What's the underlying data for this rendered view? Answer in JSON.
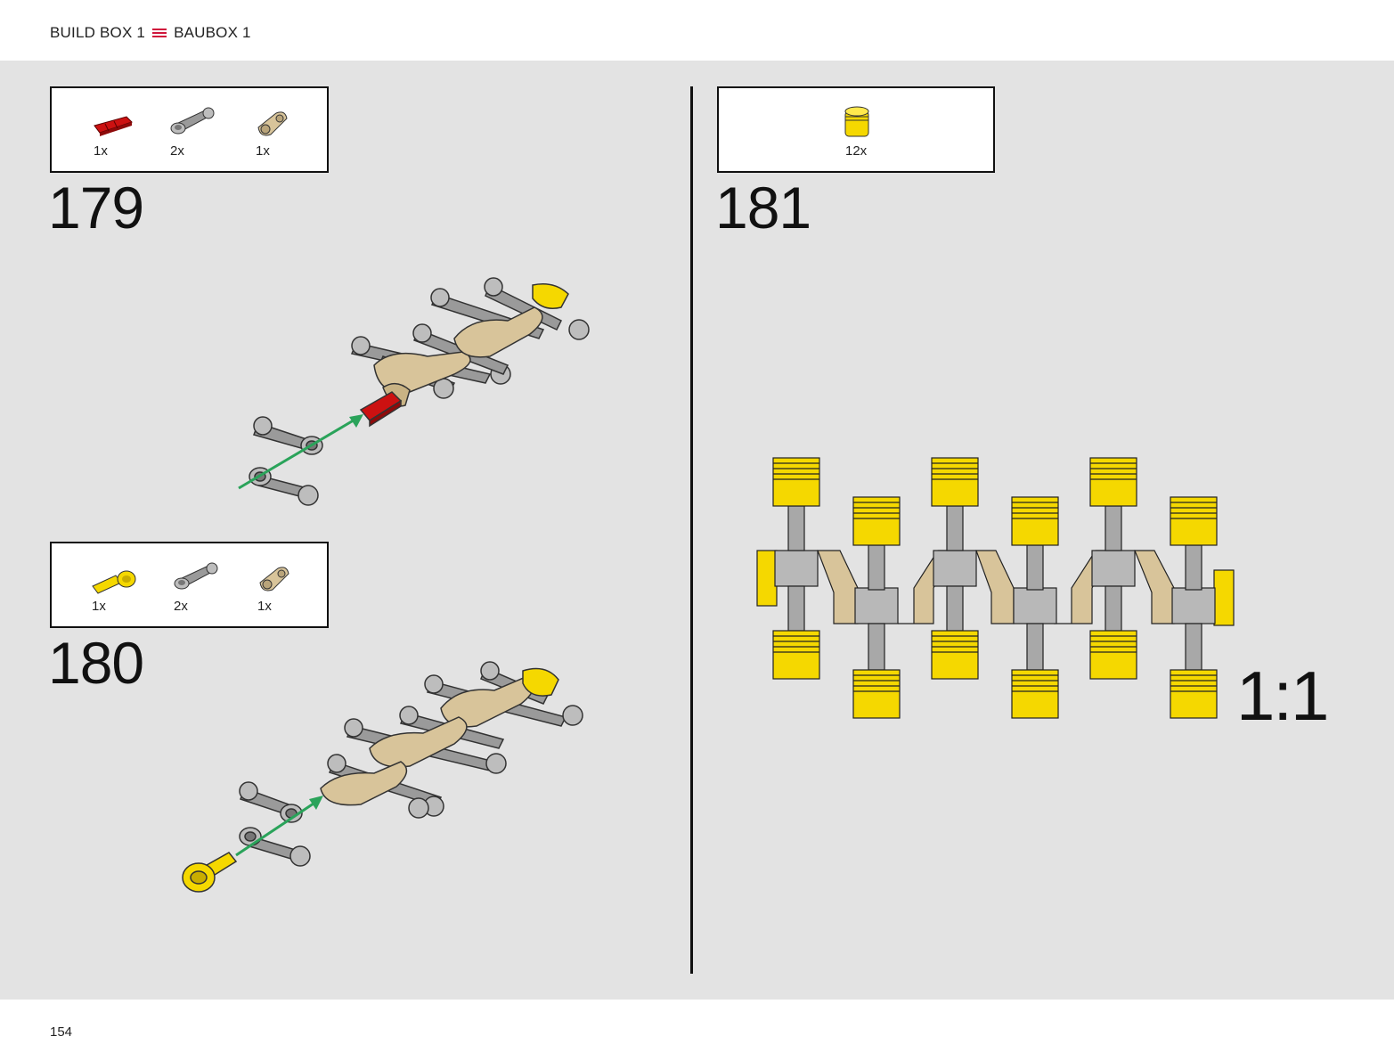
{
  "header": {
    "build_box": "BUILD BOX 1",
    "bau_box": "BAUBOX 1"
  },
  "page_number": "154",
  "steps": [
    {
      "number": "179",
      "parts": [
        {
          "icon": "red-axle-pin-icon",
          "qty": "1x"
        },
        {
          "icon": "gray-connecting-rod-icon",
          "qty": "2x"
        },
        {
          "icon": "tan-crank-liftarm-icon",
          "qty": "1x"
        }
      ]
    },
    {
      "number": "180",
      "parts": [
        {
          "icon": "yellow-axle-pin-icon",
          "qty": "1x"
        },
        {
          "icon": "gray-connecting-rod-icon",
          "qty": "2x"
        },
        {
          "icon": "tan-crank-liftarm-icon",
          "qty": "1x"
        }
      ]
    },
    {
      "number": "181",
      "parts": [
        {
          "icon": "yellow-piston-icon",
          "qty": "12x"
        }
      ]
    }
  ],
  "scale": "1:1",
  "colors": {
    "accent": "#d0163c",
    "yellow": "#f5d800",
    "tan": "#d8c49a",
    "gray": "#a8a8a8",
    "red": "#cc1111",
    "arrow": "#2aa35a"
  }
}
